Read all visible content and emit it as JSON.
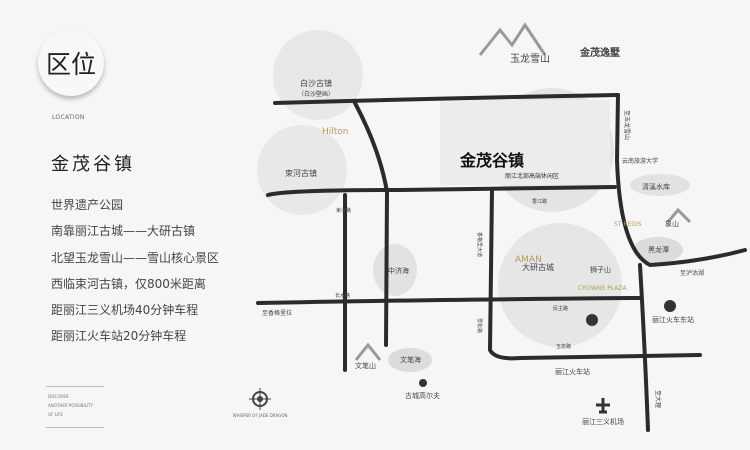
{
  "header": {
    "badge": "区位",
    "subtitle": "LOCATION"
  },
  "project": {
    "title": "金茂谷镇"
  },
  "points": [
    "世界遗产公园",
    "南靠丽江古城——大研古镇",
    "北望玉龙雪山——雪山核心景区",
    "西临束河古镇，仅800米距离",
    "距丽江三义机场40分钟车程",
    "距丽江火车站20分钟车程"
  ],
  "tagline": [
    "DISCOVER",
    "ANOTHER POSSIBILITY",
    "OF LIFE"
  ],
  "logo": {
    "name": "WHISPER OF JADE DRAGON"
  },
  "map": {
    "project_logo": "金茂谷镇",
    "project_sub": "丽江北部高端休闲区",
    "labels": {
      "baisha": "白沙古镇",
      "baisha_sub": "（白沙壁画）",
      "donghe": "束河古镇",
      "dayan": "大研古城",
      "yulong": "玉龙雪山",
      "jinmao_villa": "金茂逸墅",
      "hilton": "Hilton",
      "aman": "AMAN",
      "stregis": "ST REGIS",
      "crowne": "CROWNE PLAZA",
      "zhongji": "中济海",
      "wenbi_mt": "文笔山",
      "wenbi_lake": "文笔海",
      "golf": "古城高尔夫",
      "qingxi": "清溪水库",
      "heilongtan": "黑龙潭",
      "xiangshan": "象山",
      "shizishan": "狮子山",
      "train": "丽江火车站",
      "train_east": "丽江火车东站",
      "airport": "丽江三义机场",
      "yunnan_uni": "云南旅游大学",
      "to_yulong": "至玉龙雪山",
      "to_dali": "至大理",
      "to_lugu": "至泸沽湖",
      "to_shangri": "至香格里拉",
      "changshui": "长水路",
      "xiangjiang": "香江路",
      "donghe_rd": "束河路",
      "xuesong": "雪松路",
      "yuquan": "玉泉路",
      "xiang_ave": "香格里大道",
      "minzhu": "民主路"
    }
  },
  "colors": {
    "road": "#2b2b2b",
    "gold": "#b89a5a",
    "red": "#b43a4a",
    "circle": "#e6e6e6"
  }
}
